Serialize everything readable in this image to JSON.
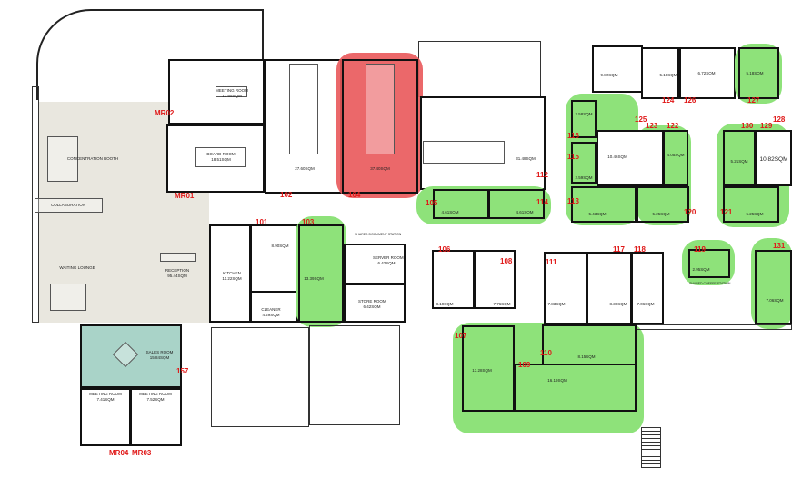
{
  "rooms": {
    "meeting_room_top": {
      "name": "MEETING ROOM",
      "area": "13.65SQM"
    },
    "board_room": {
      "name": "BOARD ROOM",
      "area": "18.51SQM"
    },
    "open_102": {
      "area": "27.60SQM"
    },
    "open_104": {
      "area": "37.40SQM"
    },
    "open_112": {
      "area": "31.48SQM"
    },
    "r105": {
      "area": "4.61SQM"
    },
    "r114": {
      "area": "4.61SQM"
    },
    "r116": {
      "area": "2.58SQM"
    },
    "r115": {
      "area": "2.59SQM"
    },
    "r113": {
      "area": "5.43SQM"
    },
    "r125": {
      "area": "9.82SQM"
    },
    "r124": {
      "area": "5.18SQM"
    },
    "r126": {
      "area": "6.72SQM"
    },
    "r127": {
      "area": "5.18SQM"
    },
    "r123": {
      "area": "10.46SQM"
    },
    "r122": {
      "area": "4.05SQM"
    },
    "r120": {
      "area": "5.25SQM"
    },
    "r130": {
      "area": "5.21SQM"
    },
    "r121": {
      "area": "5.25SQM"
    },
    "r129": {
      "area": "10.82SQM"
    },
    "concentration": {
      "name": "CONCENTRATION BOOTH"
    },
    "collaboration": {
      "name": "COLLABORATION"
    },
    "waiting": {
      "name": "WAITING LOUNGE"
    },
    "reception": {
      "name": "RECEPTION",
      "area": "95.44SQM"
    },
    "kitchen": {
      "name": "KITCHEN",
      "area": "11.22SQM"
    },
    "r101": {
      "area": "8.90SQM"
    },
    "cleaner": {
      "name": "CLEANER",
      "area": "4.29SQM"
    },
    "r103": {
      "area": "13.39SQM"
    },
    "server": {
      "name": "SERVER ROOM",
      "area": "6.42SQM"
    },
    "store": {
      "name": "STORE ROOM",
      "area": "6.42SQM"
    },
    "shared_doc": {
      "name": "SHARED DOCUMENT STATION"
    },
    "sales": {
      "name": "SALES ROOM",
      "area": "15.84SQM"
    },
    "mr04": {
      "name": "MEETING ROOM",
      "area": "7.41SQM"
    },
    "mr03": {
      "name": "MEETING ROOM",
      "area": "7.52SQM"
    },
    "r106": {
      "area": "8.19SQM"
    },
    "r108": {
      "area": "7.76SQM"
    },
    "r107": {
      "area": "13.28SQM"
    },
    "r109": {
      "area": "16.19SQM"
    },
    "r110": {
      "area": "8.15SQM"
    },
    "r111": {
      "area": "7.83SQM"
    },
    "r117": {
      "area": "8.36SQM"
    },
    "r118": {
      "area": "7.06SQM"
    },
    "r119": {
      "area": "2.95SQM"
    },
    "coffee": {
      "name": "SHARED COFFEE STATION"
    },
    "r131": {
      "area": "7.06SQM"
    }
  },
  "labels": {
    "MR01": "MR01",
    "MR02": "MR02",
    "MR03": "MR03",
    "MR04": "MR04",
    "n101": "101",
    "n102": "102",
    "n103": "103",
    "n104": "104",
    "n105": "105",
    "n106": "106",
    "n107": "107",
    "n108": "108",
    "n109": "109",
    "n110": "110",
    "n111": "111",
    "n112": "112",
    "n113": "113",
    "n114": "114",
    "n115": "115",
    "n116": "116",
    "n117": "117",
    "n118": "118",
    "n119": "119",
    "n120": "120",
    "n121": "121",
    "n122": "122",
    "n123": "123",
    "n124": "124",
    "n125": "125",
    "n126": "126",
    "n127": "127",
    "n128": "128",
    "n129": "129",
    "n130": "130",
    "n131": "131",
    "n157": "157"
  },
  "colors": {
    "occupied_red": "#e9585a",
    "available_green": "#8ee27a",
    "common_beige": "#e9e7df",
    "sales_teal": "#a9d3c8",
    "room_number": "#e01818"
  }
}
